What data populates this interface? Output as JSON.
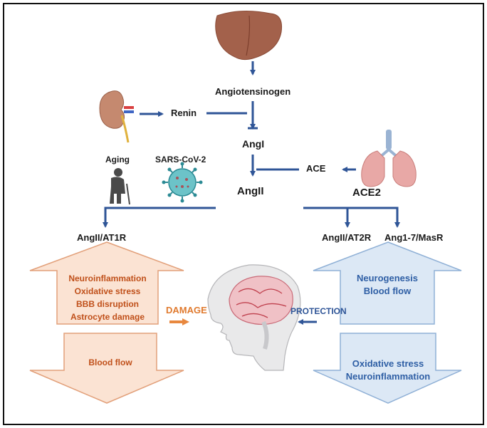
{
  "nodes": {
    "angiotensinogen": "Angiotensinogen",
    "renin": "Renin",
    "angI": "AngI",
    "ace": "ACE",
    "angII": "AngII",
    "ace2": "ACE2",
    "aging": "Aging",
    "sars": "SARS-CoV-2",
    "angii_at1r": "AngII/AT1R",
    "angii_at2r": "AngII/AT2R",
    "ang17_masr": "Ang1-7/MasR"
  },
  "damage": {
    "label": "DAMAGE",
    "up_items": [
      "Neuroinflammation",
      "Oxidative stress",
      "BBB disruption",
      "Astrocyte damage"
    ],
    "down_items": [
      "Blood flow"
    ]
  },
  "protection": {
    "label": "PROTECTION",
    "up_items": [
      "Neurogenesis",
      "Blood flow"
    ],
    "down_items": [
      "Oxidative stress",
      "Neuroinflammation"
    ]
  },
  "colors": {
    "arrow_blue": "#2f5597",
    "orange_fill": "#fbe3d3",
    "orange_stroke": "#e2a07a",
    "orange_text": "#c0501a",
    "blue_fill": "#dce8f5",
    "blue_stroke": "#8fb0d6",
    "blue_text": "#2f5fa5"
  }
}
